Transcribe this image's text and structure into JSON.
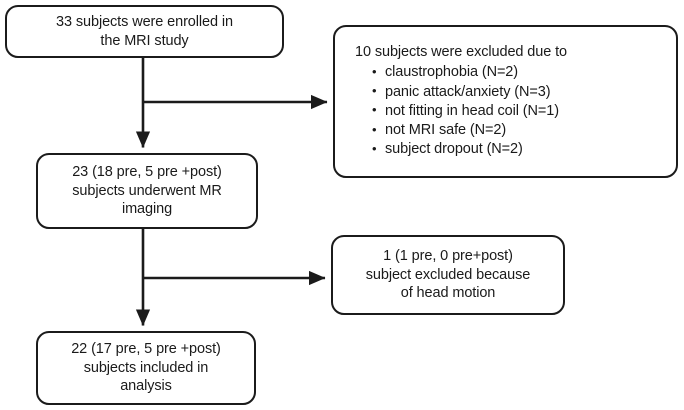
{
  "diagram": {
    "title": "MRI study subject flow diagram",
    "type": "flowchart",
    "stroke_color": "#1b1b1b",
    "background_color": "#ffffff",
    "text_color": "#1a1a1a"
  },
  "nodes": {
    "enrolled": {
      "name": "enrolled-box",
      "lines": [
        "33 subjects were enrolled in",
        "the MRI study"
      ]
    },
    "excluded": {
      "name": "excluded-box",
      "header": "10 subjects were excluded due to",
      "bullets": [
        "claustrophobia (N=2)",
        "panic attack/anxiety (N=3)",
        "not fitting in head coil (N=1)",
        "not MRI safe (N=2)",
        "subject dropout (N=2)"
      ]
    },
    "imaging": {
      "name": "imaging-box",
      "lines": [
        "23 (18 pre, 5 pre +post)",
        "subjects underwent MR",
        "imaging"
      ]
    },
    "head_motion": {
      "name": "head-motion-exclusion-box",
      "lines": [
        "1 (1 pre, 0 pre+post)",
        "subject excluded because",
        "of head motion"
      ]
    },
    "analysis": {
      "name": "analysis-box",
      "lines": [
        "22 (17 pre, 5 pre +post)",
        "subjects included in",
        "analysis"
      ]
    }
  },
  "connectors": [
    {
      "name": "enrolled-to-imaging",
      "from": "enrolled",
      "to": "imaging",
      "direction": "down"
    },
    {
      "name": "enrolled-to-excluded",
      "from": "enrolled",
      "to": "excluded",
      "direction": "right"
    },
    {
      "name": "imaging-to-analysis",
      "from": "imaging",
      "to": "analysis",
      "direction": "down"
    },
    {
      "name": "imaging-to-head-motion",
      "from": "imaging",
      "to": "head_motion",
      "direction": "right"
    }
  ]
}
